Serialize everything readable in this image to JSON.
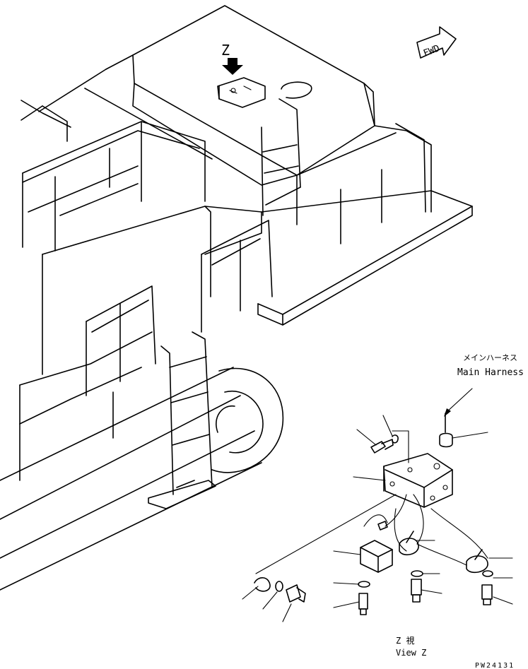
{
  "labels": {
    "view_marker": "Z",
    "forward_arrow": "FWD",
    "harness_jp": "メインハーネス",
    "harness_en": "Main Harness",
    "view_z_jp": "Z 視",
    "view_z_en": "View Z",
    "drawing_number": "PW24131"
  },
  "icons": {
    "forward": "fwd-arrow-icon",
    "view_direction": "view-direction-arrow-icon"
  },
  "colors": {
    "line": "#000000",
    "background": "#ffffff"
  }
}
